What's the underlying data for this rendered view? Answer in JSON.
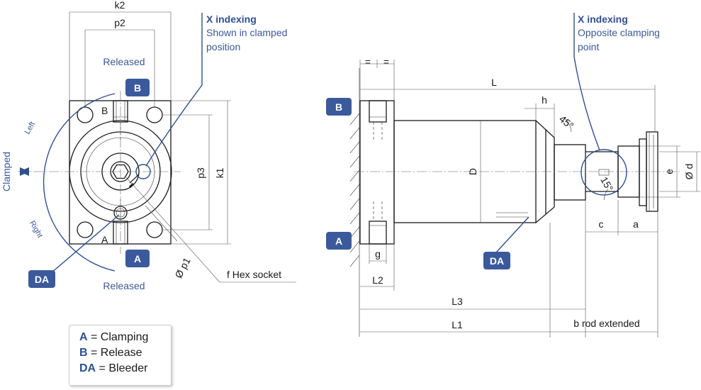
{
  "left_view": {
    "dims": {
      "k2": "k2",
      "p2": "p2",
      "p3": "p3",
      "k1": "k1",
      "phi_p1": "Ø p1",
      "f_hex": "f  Hex socket"
    },
    "port_letters": {
      "b": "B",
      "a": "A"
    },
    "arc_labels": {
      "released_top": "Released",
      "released_bottom": "Released",
      "clamped": "Clamped",
      "left": "Left",
      "right": "Right"
    },
    "badges": {
      "b": "B",
      "a": "A",
      "da": "DA"
    },
    "callout": {
      "title": "X indexing",
      "line1": "Shown in clamped",
      "line2": "position"
    }
  },
  "right_view": {
    "dims": {
      "eq1": "=",
      "eq2": "=",
      "L": "L",
      "h": "h",
      "angle45": "45°",
      "angle15": "15°",
      "D": "D",
      "e": "e",
      "d": "Ø d",
      "c": "c",
      "a": "a",
      "g": "g",
      "L2": "L2",
      "L3": "L3",
      "L1": "L1",
      "b": "b rod extended"
    },
    "badges": {
      "b": "B",
      "a": "A",
      "da": "DA"
    },
    "callout": {
      "title": "X indexing",
      "line1": "Opposite clamping",
      "line2": "point"
    }
  },
  "legend": [
    {
      "key": "A",
      "text": " = Clamping"
    },
    {
      "key": "B",
      "text": " = Release"
    },
    {
      "key": "DA",
      "text": " = Bleeder"
    }
  ],
  "colors": {
    "accent": "#3a5a9c",
    "callout_text": "#3b5998",
    "line": "#1a1a1a"
  }
}
